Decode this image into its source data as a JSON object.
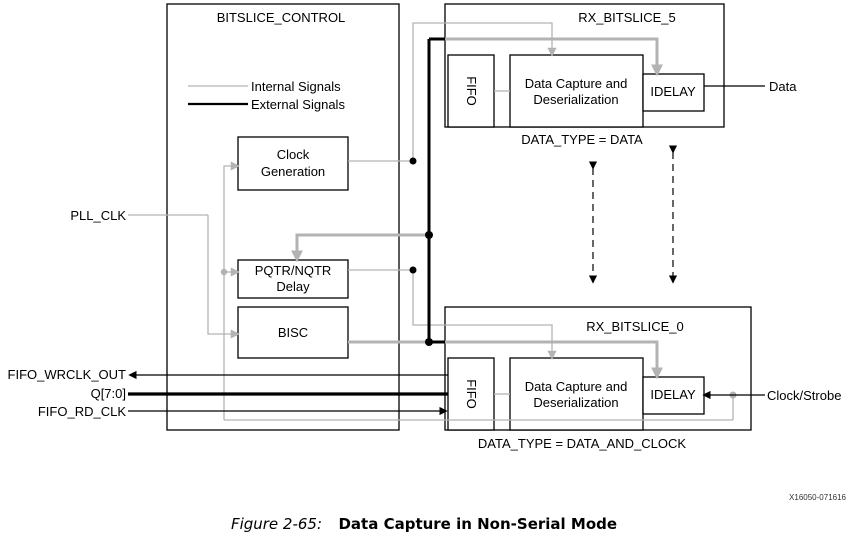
{
  "blocks": {
    "bitslice_control": "BITSLICE_CONTROL",
    "clock_generation": [
      "Clock",
      "Generation"
    ],
    "pqtr_delay": [
      "PQTR/NQTR",
      "Delay"
    ],
    "bisc": "BISC",
    "rx5_title": "RX_BITSLICE_5",
    "rx0_title": "RX_BITSLICE_0",
    "fifo": "FIFO",
    "data_capture": [
      "Data Capture and",
      "Deserialization"
    ],
    "idelay": "IDELAY",
    "rx5_type": "DATA_TYPE = DATA",
    "rx0_type": "DATA_TYPE = DATA_AND_CLOCK"
  },
  "legend": {
    "internal": "Internal Signals",
    "external": "External Signals"
  },
  "signals": {
    "pll_clk": "PLL_CLK",
    "fifo_wrclk_out": "FIFO_WRCLK_OUT",
    "q": "Q[7:0]",
    "fifo_rd_clk": "FIFO_RD_CLK",
    "data": "Data",
    "clock_strobe": "Clock/Strobe"
  },
  "figure_id": "X16050-071616",
  "caption": {
    "number": "Figure 2-65:",
    "title": "Data Capture in Non-Serial Mode"
  },
  "colors": {
    "internal": "#b3b3b3",
    "external": "#000000"
  }
}
